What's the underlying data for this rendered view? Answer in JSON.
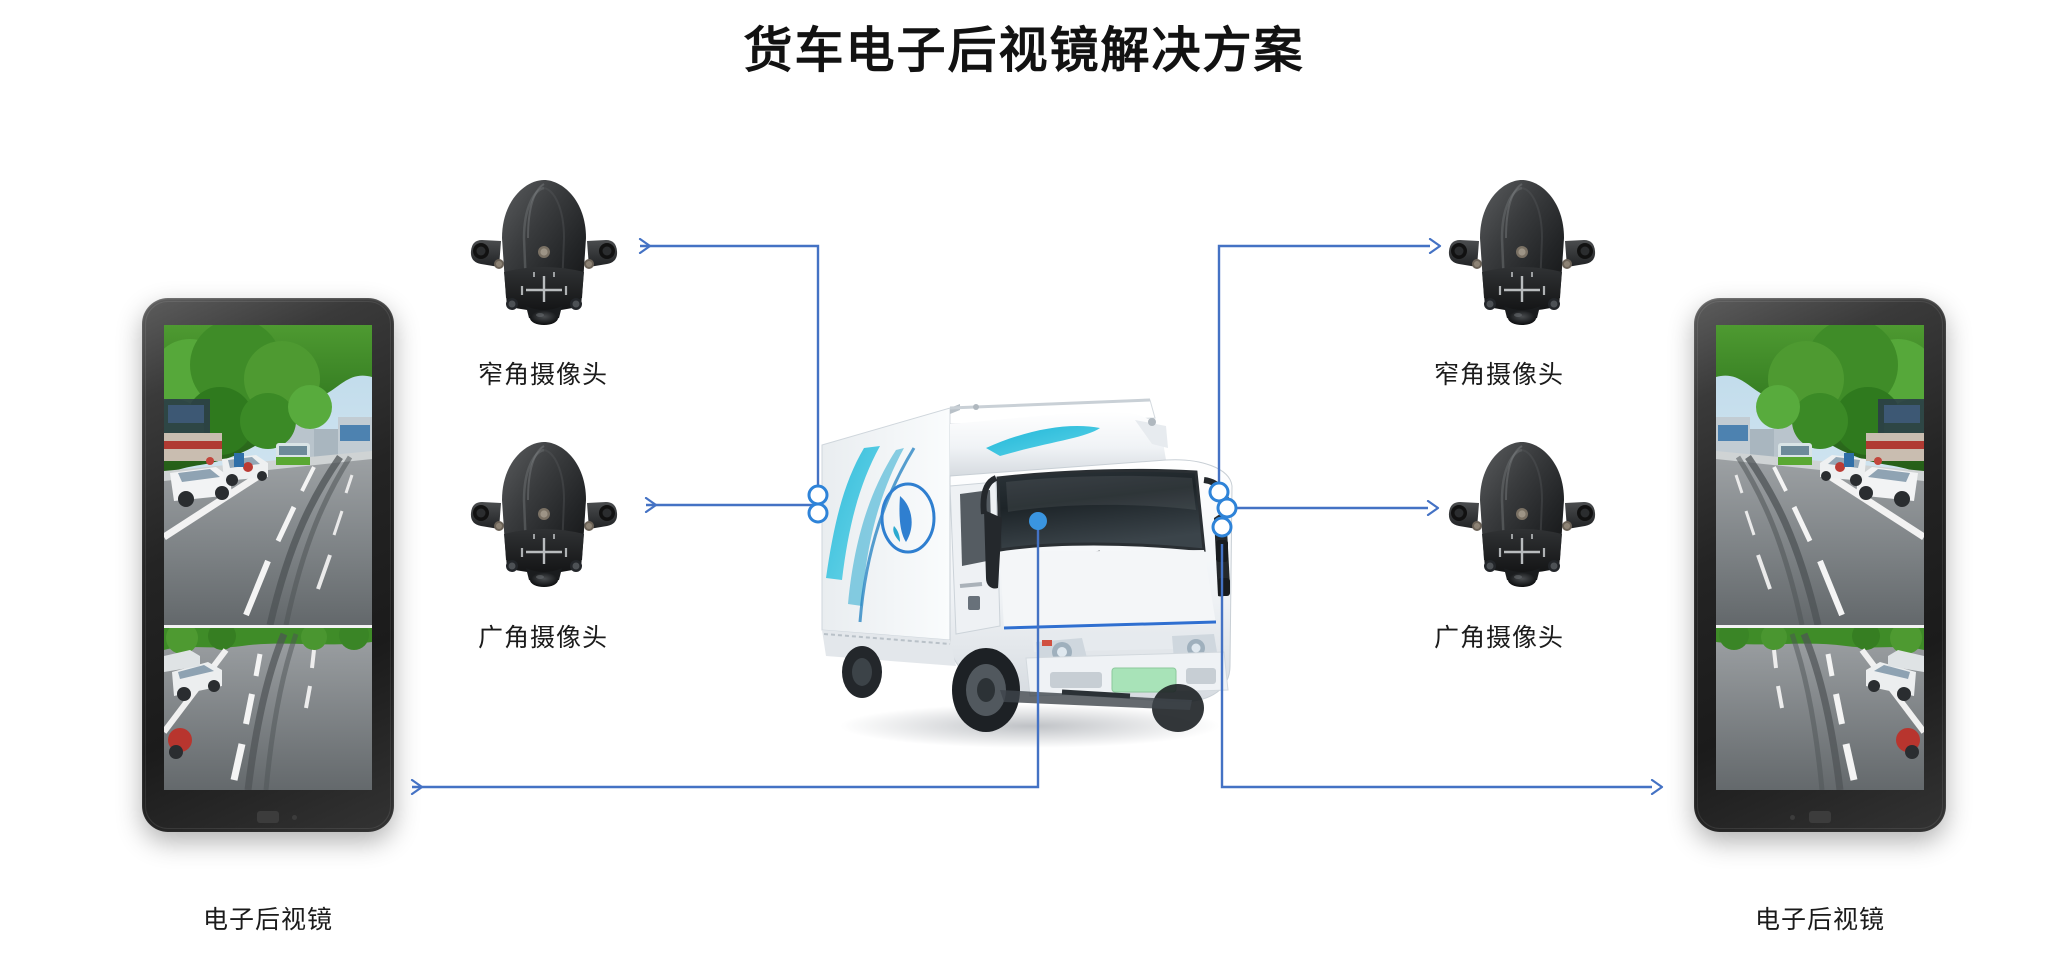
{
  "page": {
    "title": "货车电子后视镜解决方案",
    "background_color": "#ffffff",
    "accent_blue": "#4472c4",
    "connector_color": "#4472c4",
    "node_color": "#2e83d8",
    "text_color": "#1b1b1b"
  },
  "labels": {
    "narrow_camera": "窄角摄像头",
    "wide_camera": "广角摄像头",
    "monitor": "电子后视镜"
  },
  "left_group": {
    "narrow_camera_label": "窄角摄像头",
    "wide_camera_label": "广角摄像头",
    "monitor_label": "电子后视镜"
  },
  "right_group": {
    "narrow_camera_label": "窄角摄像头",
    "wide_camera_label": "广角摄像头",
    "monitor_label": "电子后视镜"
  },
  "icons": {
    "camera_module": "camera-module-icon",
    "truck": "truck-icon",
    "monitor": "monitor-icon",
    "arrow_left": "arrow-left-icon",
    "arrow_right": "arrow-right-icon",
    "connection_node": "connection-node-icon"
  },
  "diagram": {
    "type": "annotated-product-diagram",
    "subject": "truck-electronic-rearview-mirror-system",
    "node_count": 6,
    "connector_count": 6,
    "components": [
      {
        "id": "left-narrow-camera",
        "label": "窄角摄像头",
        "side": "left",
        "kind": "camera"
      },
      {
        "id": "left-wide-camera",
        "label": "广角摄像头",
        "side": "left",
        "kind": "camera"
      },
      {
        "id": "left-monitor",
        "label": "电子后视镜",
        "side": "left",
        "kind": "display"
      },
      {
        "id": "truck",
        "label": "",
        "side": "center",
        "kind": "vehicle"
      },
      {
        "id": "right-narrow-camera",
        "label": "窄角摄像头",
        "side": "right",
        "kind": "camera"
      },
      {
        "id": "right-wide-camera",
        "label": "广角摄像头",
        "side": "right",
        "kind": "camera"
      },
      {
        "id": "right-monitor",
        "label": "电子后视镜",
        "side": "right",
        "kind": "display"
      }
    ]
  }
}
